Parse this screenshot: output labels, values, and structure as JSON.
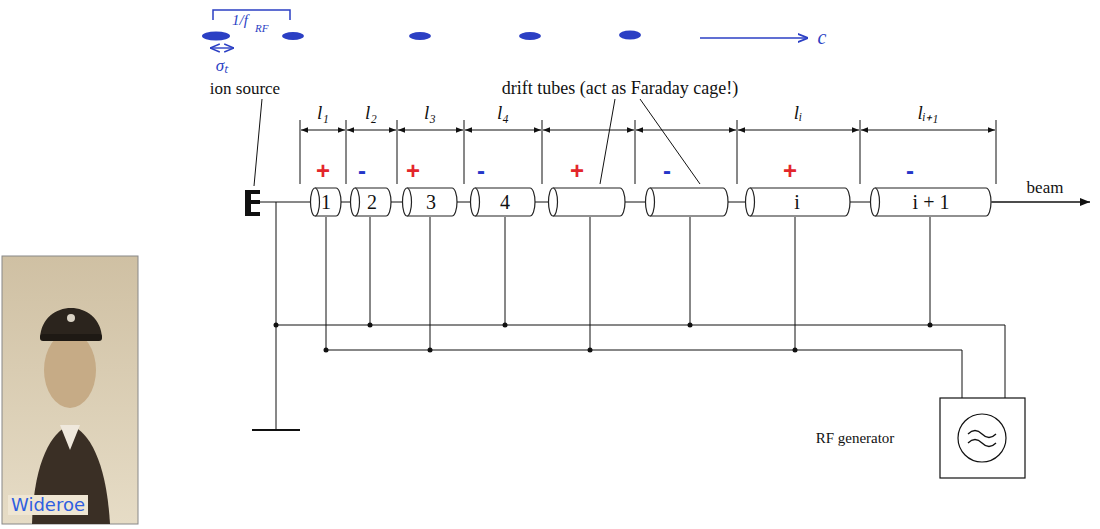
{
  "diagram": {
    "nodes": [
      {
        "text": [
          "+",
          "1"
        ]
      },
      {
        "text": [
          "-",
          "2"
        ]
      },
      {
        "text": [
          "+",
          "3"
        ]
      },
      {
        "text": [
          "-",
          "4"
        ]
      },
      {
        "text": [
          "+"
        ]
      },
      {
        "text": [
          "-"
        ]
      },
      {
        "text": [
          "+",
          "i"
        ]
      },
      {
        "text": [
          "-",
          "i + 1"
        ]
      }
    ],
    "labels": [
      "1/f",
      "RF",
      "σₜ",
      "c",
      "ion source",
      "drift tubes (act as Faraday cage!)",
      "l₁",
      "l₂",
      "l₃",
      "l₄",
      "lᵢ",
      "lᵢ₊₁",
      "beam",
      "RF generator",
      "Wideroe"
    ]
  }
}
